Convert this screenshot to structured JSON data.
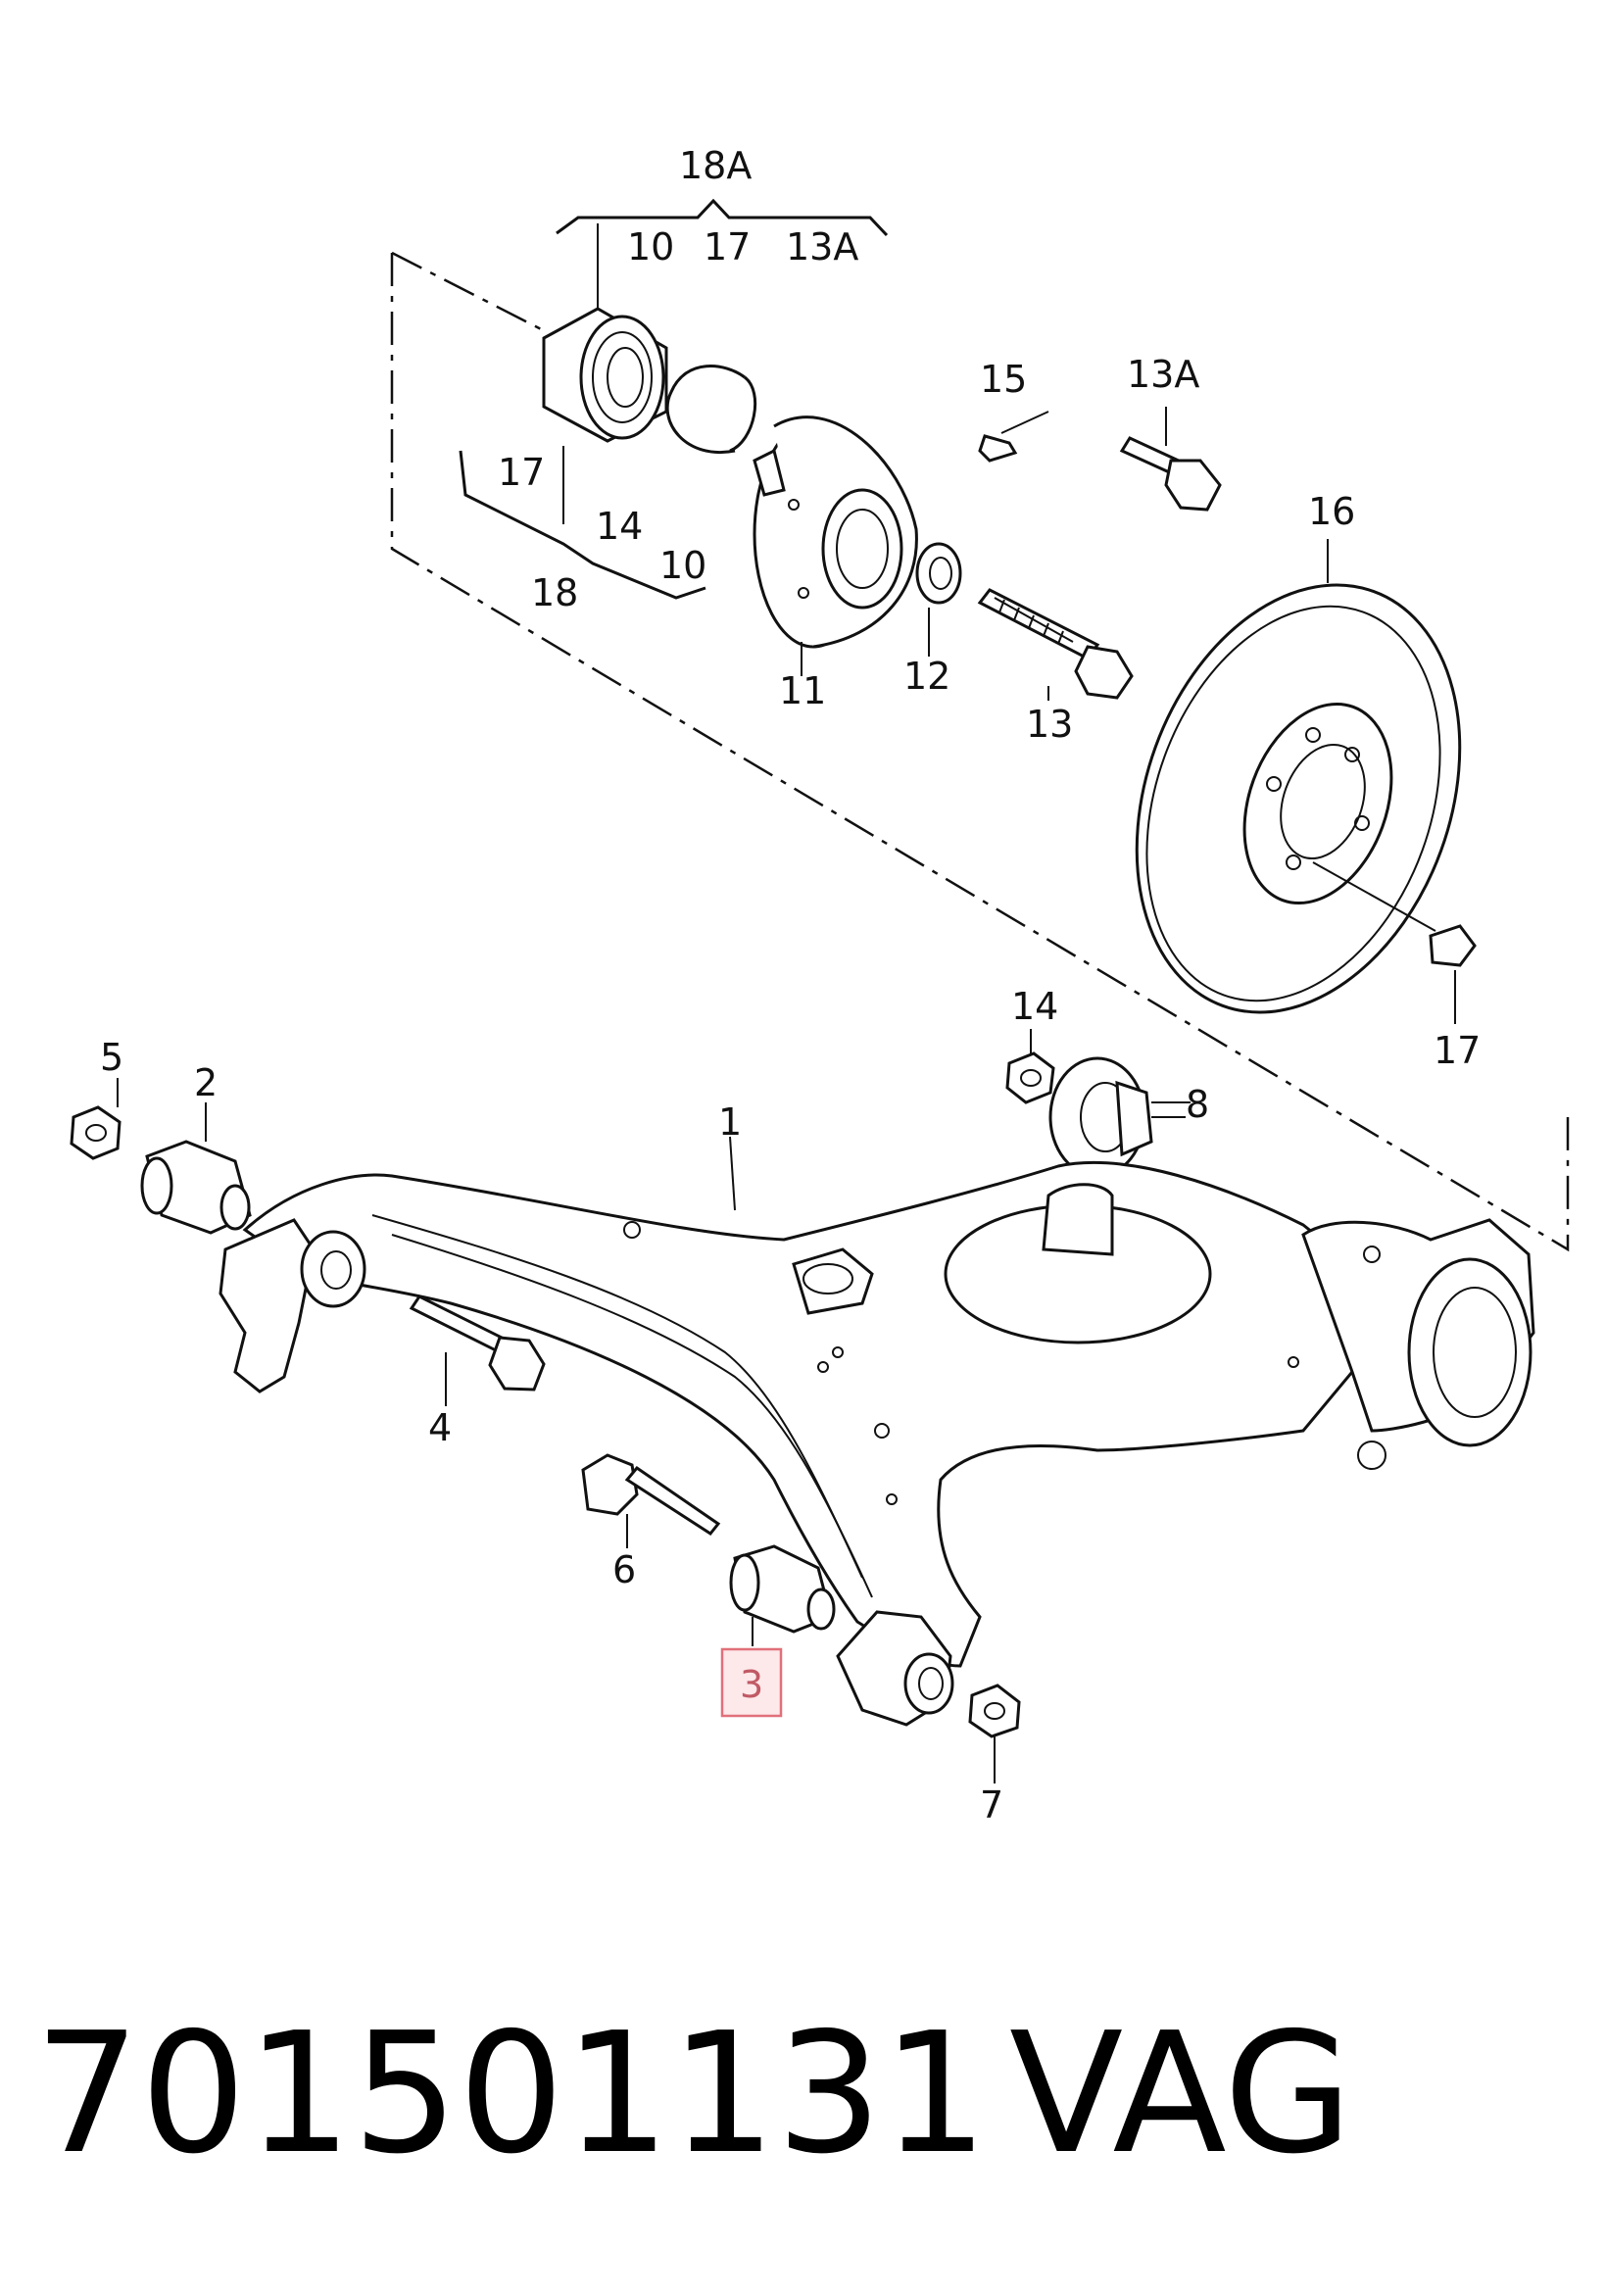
{
  "labels": {
    "l18A": "18A",
    "l10a": "10",
    "l17a": "17",
    "l13Aa": "13A",
    "l15": "15",
    "l13Ab": "13A",
    "l17b": "17",
    "l14a": "14",
    "l10b": "10",
    "l18": "18",
    "l16": "16",
    "l11": "11",
    "l12": "12",
    "l13": "13",
    "l17c": "17",
    "l14b": "14",
    "l8": "8",
    "l5": "5",
    "l2": "2",
    "l1": "1",
    "l4": "4",
    "l6": "6",
    "l3": "3",
    "l7": "7"
  },
  "footer": {
    "part_number": "701501131",
    "brand": "VAG"
  }
}
